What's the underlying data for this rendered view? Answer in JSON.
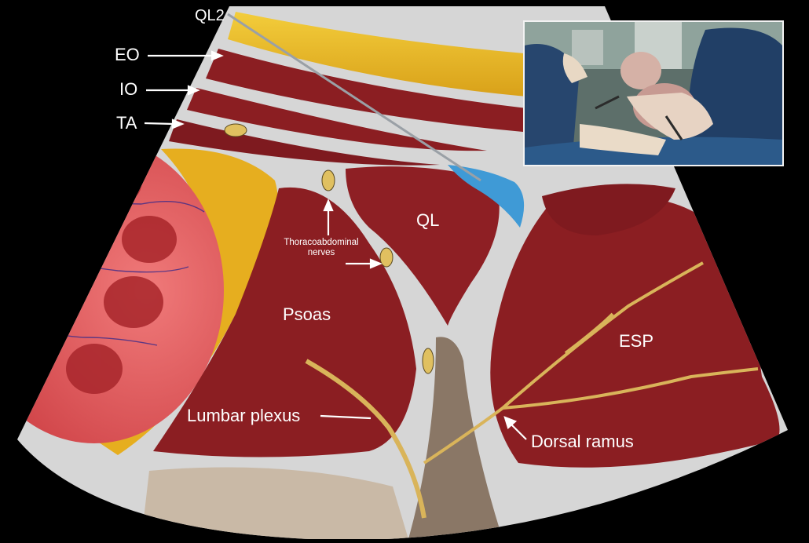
{
  "labels": {
    "ql2": "QL2",
    "eo": "EO",
    "io": "IO",
    "ta": "TA",
    "ql": "QL",
    "thoracoabdominal_line1": "Thoracoabdominal",
    "thoracoabdominal_line2": "nerves",
    "psoas": "Psoas",
    "esp": "ESP",
    "lumbar_plexus": "Lumbar plexus",
    "dorsal_ramus": "Dorsal ramus"
  },
  "colors": {
    "background": "#000000",
    "muscle": "#8b1e22",
    "muscle_dark": "#6a1418",
    "fascia": "#d8d8d8",
    "fat": "#e8b923",
    "kidney": "#e0585a",
    "fluid": "#3f9ad6",
    "nerve": "#d9b45a",
    "bone": "#c9b9a6",
    "label": "#ffffff",
    "inset_border": "#f2f2f2"
  },
  "inset": {
    "icons": [
      "surgeon-gloved-hand",
      "newborn-baby",
      "surgical-drape",
      "forceps"
    ]
  }
}
